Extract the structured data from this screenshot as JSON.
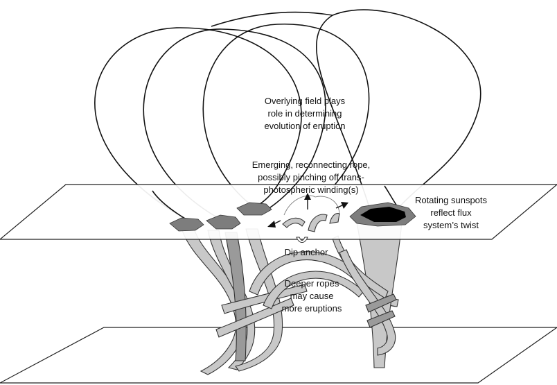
{
  "diagram": {
    "labels": {
      "overlying_line1": "Overlying field plays",
      "overlying_line2": "role in determining",
      "overlying_line3": "evolution of eruption",
      "emerging_line1": "Emerging, reconnecting rope,",
      "emerging_line2": "possibly pinching off trans-",
      "emerging_line3": "photospheric winding(s)",
      "rotating_line1": "Rotating sunspots",
      "rotating_line2": "reflect flux",
      "rotating_line3": "system’s twist",
      "dip_anchor": "Dip anchor",
      "deeper_line1": "Deeper ropes",
      "deeper_line2": "may cause",
      "deeper_line3": "more eruptions"
    },
    "colors": {
      "sunspot_gray": "#7d7d7d",
      "sunspot_umbra": "#000000",
      "tube_fill": "#c8c8c8",
      "tube_dark": "#9a9a9a",
      "line": "#111111"
    }
  }
}
